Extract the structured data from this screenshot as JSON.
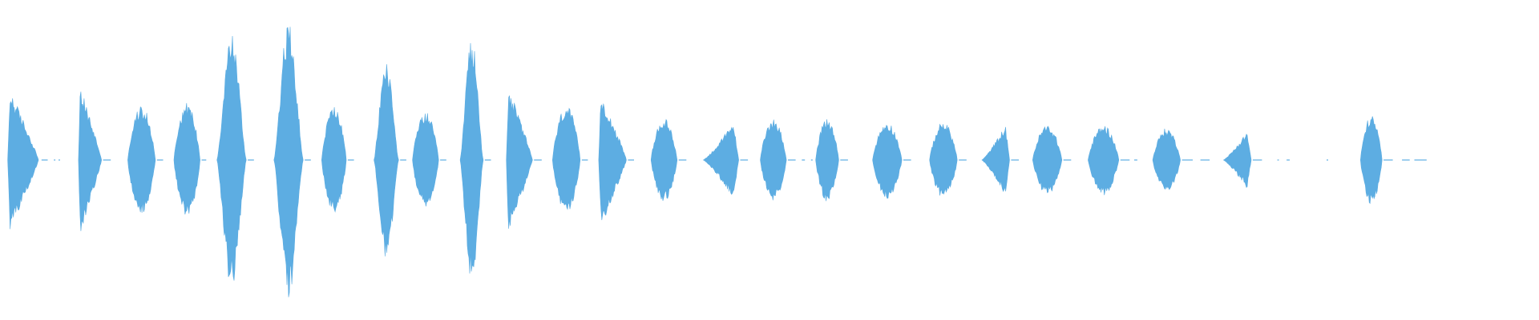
{
  "waveform": {
    "color": "#5dade2",
    "background": "#ffffff",
    "segments": [
      {
        "start": 0.005,
        "end": 0.025,
        "amp": 0.22,
        "shape": "front"
      },
      {
        "start": 0.051,
        "end": 0.066,
        "amp": 0.23,
        "shape": "front"
      },
      {
        "start": 0.083,
        "end": 0.101,
        "amp": 0.17,
        "shape": "sym"
      },
      {
        "start": 0.113,
        "end": 0.13,
        "amp": 0.18,
        "shape": "sym"
      },
      {
        "start": 0.141,
        "end": 0.16,
        "amp": 0.4,
        "shape": "peak"
      },
      {
        "start": 0.178,
        "end": 0.197,
        "amp": 0.43,
        "shape": "peak"
      },
      {
        "start": 0.209,
        "end": 0.225,
        "amp": 0.17,
        "shape": "sym"
      },
      {
        "start": 0.243,
        "end": 0.259,
        "amp": 0.31,
        "shape": "peak"
      },
      {
        "start": 0.268,
        "end": 0.285,
        "amp": 0.15,
        "shape": "sym"
      },
      {
        "start": 0.299,
        "end": 0.314,
        "amp": 0.38,
        "shape": "peak"
      },
      {
        "start": 0.329,
        "end": 0.346,
        "amp": 0.23,
        "shape": "front"
      },
      {
        "start": 0.359,
        "end": 0.377,
        "amp": 0.17,
        "shape": "sym"
      },
      {
        "start": 0.389,
        "end": 0.407,
        "amp": 0.21,
        "shape": "front"
      },
      {
        "start": 0.423,
        "end": 0.44,
        "amp": 0.13,
        "shape": "sym"
      },
      {
        "start": 0.457,
        "end": 0.48,
        "amp": 0.12,
        "shape": "back"
      },
      {
        "start": 0.494,
        "end": 0.511,
        "amp": 0.13,
        "shape": "sym"
      },
      {
        "start": 0.53,
        "end": 0.545,
        "amp": 0.13,
        "shape": "sym"
      },
      {
        "start": 0.567,
        "end": 0.586,
        "amp": 0.12,
        "shape": "sym"
      },
      {
        "start": 0.604,
        "end": 0.622,
        "amp": 0.12,
        "shape": "sym"
      },
      {
        "start": 0.638,
        "end": 0.656,
        "amp": 0.11,
        "shape": "back"
      },
      {
        "start": 0.671,
        "end": 0.69,
        "amp": 0.11,
        "shape": "sym"
      },
      {
        "start": 0.707,
        "end": 0.727,
        "amp": 0.11,
        "shape": "sym"
      },
      {
        "start": 0.749,
        "end": 0.767,
        "amp": 0.1,
        "shape": "sym"
      },
      {
        "start": 0.795,
        "end": 0.813,
        "amp": 0.09,
        "shape": "back"
      },
      {
        "start": 0.884,
        "end": 0.898,
        "amp": 0.14,
        "shape": "sym"
      }
    ],
    "ticks": [
      {
        "start": 0.027,
        "end": 0.031
      },
      {
        "start": 0.035,
        "end": 0.036
      },
      {
        "start": 0.038,
        "end": 0.039
      },
      {
        "start": 0.067,
        "end": 0.072
      },
      {
        "start": 0.102,
        "end": 0.106
      },
      {
        "start": 0.131,
        "end": 0.134
      },
      {
        "start": 0.161,
        "end": 0.165
      },
      {
        "start": 0.198,
        "end": 0.202
      },
      {
        "start": 0.226,
        "end": 0.23
      },
      {
        "start": 0.26,
        "end": 0.264
      },
      {
        "start": 0.286,
        "end": 0.29
      },
      {
        "start": 0.315,
        "end": 0.319
      },
      {
        "start": 0.347,
        "end": 0.352
      },
      {
        "start": 0.378,
        "end": 0.382
      },
      {
        "start": 0.408,
        "end": 0.412
      },
      {
        "start": 0.441,
        "end": 0.446
      },
      {
        "start": 0.481,
        "end": 0.486
      },
      {
        "start": 0.512,
        "end": 0.517
      },
      {
        "start": 0.521,
        "end": 0.523
      },
      {
        "start": 0.527,
        "end": 0.528
      },
      {
        "start": 0.546,
        "end": 0.551
      },
      {
        "start": 0.587,
        "end": 0.592
      },
      {
        "start": 0.623,
        "end": 0.628
      },
      {
        "start": 0.657,
        "end": 0.662
      },
      {
        "start": 0.691,
        "end": 0.696
      },
      {
        "start": 0.728,
        "end": 0.734
      },
      {
        "start": 0.737,
        "end": 0.739
      },
      {
        "start": 0.768,
        "end": 0.775
      },
      {
        "start": 0.78,
        "end": 0.786
      },
      {
        "start": 0.814,
        "end": 0.82
      },
      {
        "start": 0.83,
        "end": 0.831
      },
      {
        "start": 0.836,
        "end": 0.838
      },
      {
        "start": 0.862,
        "end": 0.863
      },
      {
        "start": 0.899,
        "end": 0.905
      },
      {
        "start": 0.911,
        "end": 0.916
      },
      {
        "start": 0.919,
        "end": 0.927
      }
    ]
  }
}
